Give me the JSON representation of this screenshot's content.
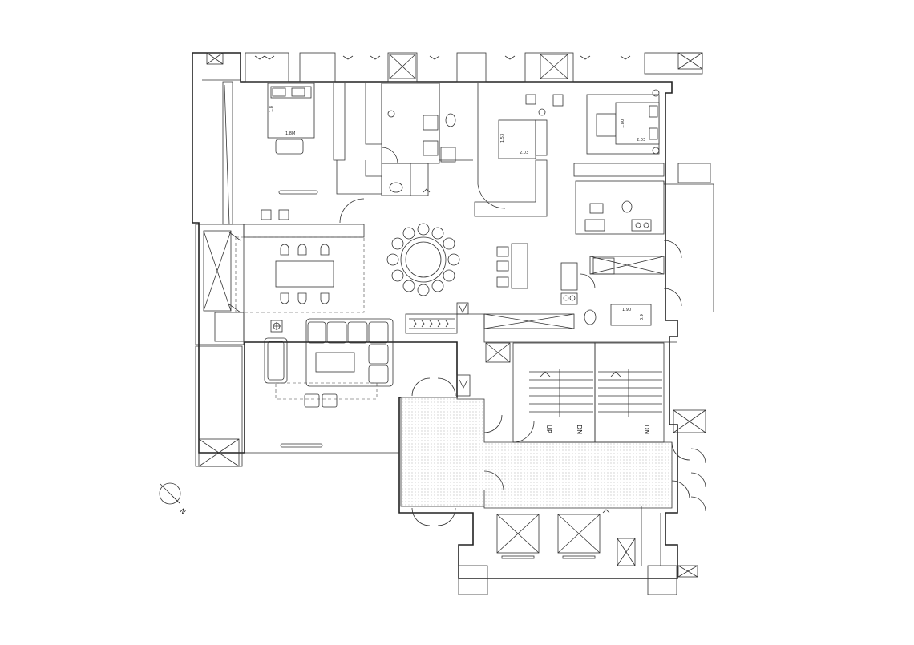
{
  "labels": {
    "bed1": "1.8M",
    "bed1_side": "1.8",
    "bed2": "1.53",
    "bed2_side": "2.03",
    "bed3": "1.80",
    "bed3_side": "2.03",
    "maid_bed": "1.90",
    "maid_bed_side": "0.9",
    "stair1_up": "UP",
    "stair1_dn": "DN",
    "stair2_dn": "DN",
    "north": "N"
  }
}
